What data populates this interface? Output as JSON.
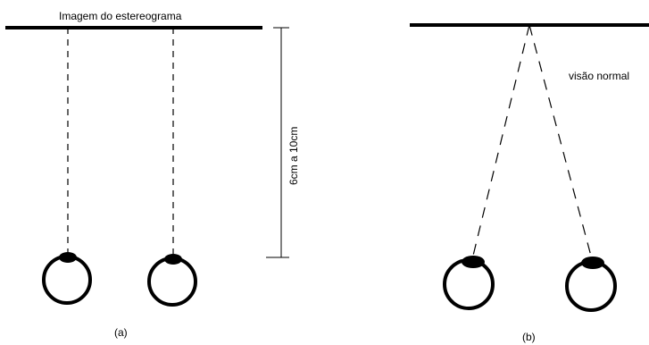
{
  "panel_a": {
    "title": "Imagem do estereograma",
    "distance_label": "6cm a 10cm",
    "caption": "(a)"
  },
  "panel_b": {
    "label": "visão normal",
    "caption": "(b)"
  },
  "colors": {
    "ink": "#000000",
    "background": "#ffffff"
  }
}
